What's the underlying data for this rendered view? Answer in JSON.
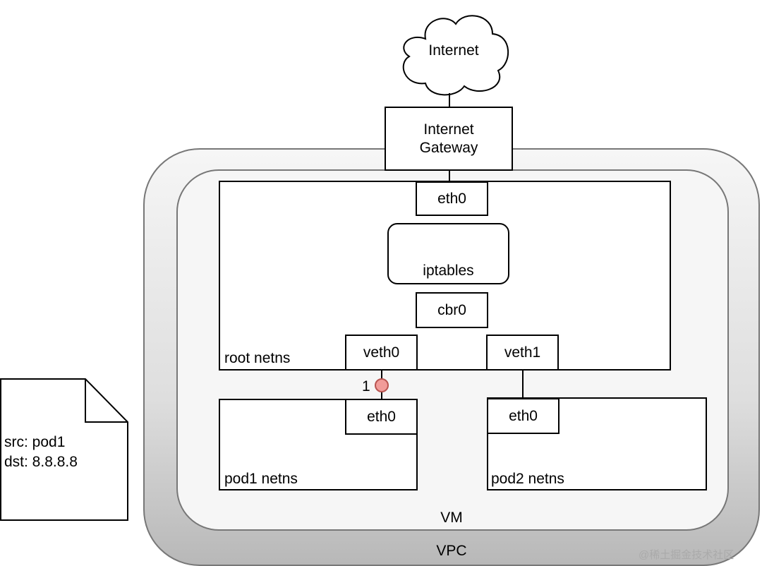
{
  "internet": {
    "label": "Internet"
  },
  "gateway": {
    "label": "Internet\nGateway"
  },
  "vpc": {
    "label": "VPC"
  },
  "vm": {
    "label": "VM"
  },
  "root_netns": {
    "label": "root netns",
    "eth0": "eth0",
    "iptables": "iptables",
    "cbr0": "cbr0",
    "veth0": "veth0",
    "veth1": "veth1"
  },
  "pod1": {
    "label": "pod1 netns",
    "eth0": "eth0"
  },
  "pod2": {
    "label": "pod2 netns",
    "eth0": "eth0"
  },
  "packet": {
    "src": "src: pod1",
    "dst": "dst: 8.8.8.8",
    "step": "1",
    "dot_color": "#f19c99"
  },
  "watermark": "@稀土掘金技术社区"
}
